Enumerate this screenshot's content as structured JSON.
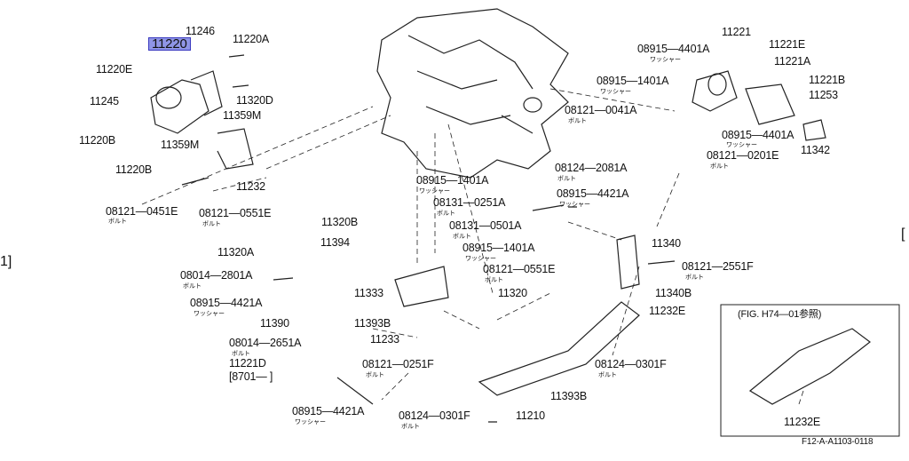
{
  "highlight": {
    "code": "11220",
    "color": "#8f95e6"
  },
  "labels": {
    "l11246": "11246",
    "l11220A": "11220A",
    "l11220E": "11220E",
    "l11245": "11245",
    "l11320D": "11320D",
    "l11359M_a": "11359M",
    "l11220B_a": "11220B",
    "l11359M_b": "11359M",
    "l11220B_b": "11220B",
    "l11232": "11232",
    "l08121_0451E": "08121—0451E",
    "l08121_0551E_a": "08121—0551E",
    "l11221": "11221",
    "l08915_4401A_a": "08915—4401A",
    "l11221E": "11221E",
    "l11221A": "11221A",
    "l08915_1401A_a": "08915—1401A",
    "l11221B": "11221B",
    "l11253": "11253",
    "l08121_0041A": "08121—0041A",
    "l08915_4401A_b": "08915—4401A",
    "l11342": "11342",
    "l08121_0201E": "08121—0201E",
    "l08915_1401A_b": "08915—1401A",
    "l08124_2081A": "08124—2081A",
    "l08131_0251A": "08131—0251A",
    "l08915_4421A_a": "08915—4421A",
    "l11320B": "11320B",
    "l08131_0501A": "08131—0501A",
    "l11394": "11394",
    "l08915_1401A_c": "08915—1401A",
    "l11320A": "11320A",
    "l08121_0551E_b": "08121—0551E",
    "l11340": "11340",
    "l08014_2801A": "08014—2801A",
    "l08121_2551F": "08121—2551F",
    "l08915_4421A_b": "08915—4421A",
    "l11333": "11333",
    "l11320": "11320",
    "l11340B": "11340B",
    "l11390": "11390",
    "l11393B_a": "11393B",
    "l11232E_a": "11232E",
    "l11233": "11233",
    "l08014_2651A": "08014—2651A",
    "l11221D": "11221D",
    "l8701": "[8701—    ]",
    "l08121_0251F": "08121—0251F",
    "l08124_0301F_a": "08124—0301F",
    "l11393B_b": "11393B",
    "l08915_4421A_c": "08915—4421A",
    "l08124_0301F_b": "08124—0301F",
    "l11210": "11210",
    "l11232E_b": "11232E",
    "figref": "(FIG. H74—01参照)",
    "drawing_code": "F12-A-A1103-0118"
  },
  "kana": {
    "bolt": "ボルト",
    "washer": "ワッシャー"
  },
  "edge_fragments": {
    "left": "1]",
    "right": "["
  }
}
